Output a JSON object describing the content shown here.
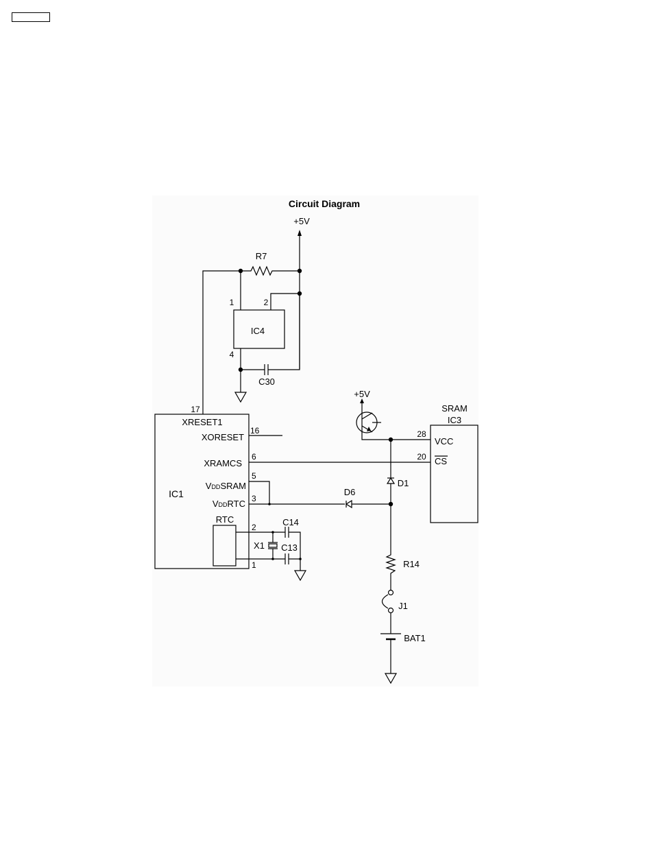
{
  "diagram": {
    "title": "Circuit Diagram",
    "supply_top": "+5V",
    "supply_transistor": "+5V",
    "components": {
      "r7": "R7",
      "ic4": "IC4",
      "c30": "C30",
      "ic1": "IC1",
      "rtc": "RTC",
      "c14": "C14",
      "c13": "C13",
      "x1": "X1",
      "d6": "D6",
      "d1": "D1",
      "r14": "R14",
      "j1": "J1",
      "bat1": "BAT1",
      "sram_name": "SRAM",
      "ic3": "IC3"
    },
    "ic1_pins": {
      "xreset1": "XRESET1",
      "xoreset": "XORESET",
      "xramcs": "XRAMCS",
      "vddsram_v": "V",
      "vddsram_dd": "DD",
      "vddsram_rest": "SRAM",
      "vddrtc_v": "V",
      "vddrtc_dd": "DD",
      "vddrtc_rest": "RTC"
    },
    "ic3_pins": {
      "vcc": "VCC",
      "cs": "CS"
    },
    "pin_numbers": {
      "ic4_1": "1",
      "ic4_2": "2",
      "ic4_4": "4",
      "ic1_17": "17",
      "ic1_16": "16",
      "ic1_6": "6",
      "ic1_5": "5",
      "ic1_3": "3",
      "ic1_2": "2",
      "ic1_1": "1",
      "ic3_28": "28",
      "ic3_20": "20"
    }
  }
}
